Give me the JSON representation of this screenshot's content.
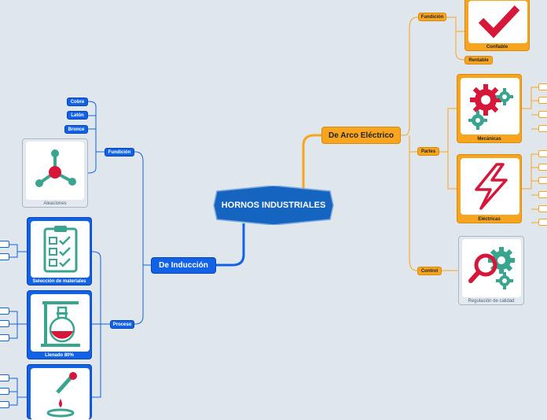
{
  "central": {
    "title": "HORNOS INDUSTRIALES"
  },
  "induccion": {
    "label": "De Inducción",
    "fundicion": {
      "label": "Fundición",
      "items": [
        "Cobre",
        "Latón",
        "Bronce"
      ],
      "image_label": "Aleaciones"
    },
    "proceso": {
      "label": "Proceso",
      "cards": [
        "Selección de materiales",
        "Llenado 80%"
      ]
    }
  },
  "arco": {
    "label": "De Arco Eléctrico",
    "fundicion": {
      "label": "Fundición",
      "card": "Confiable",
      "tag": "Rentable"
    },
    "partes": {
      "label": "Partes",
      "cards": [
        "Mecánicas",
        "Eléctricas"
      ]
    },
    "control": {
      "label": "Control",
      "image_label": "Regulación de calidad"
    }
  },
  "colors": {
    "blue": "#1262e8",
    "orange": "#f7a51f",
    "teal": "#3aa58f",
    "red": "#d6173a",
    "central": "#1565c0"
  },
  "icons": [
    "molecule-icon",
    "checklist-icon",
    "flask-icon",
    "pipette-icon",
    "checkmark-icon",
    "gears-icon",
    "lightning-icon",
    "magnifier-gears-icon"
  ]
}
